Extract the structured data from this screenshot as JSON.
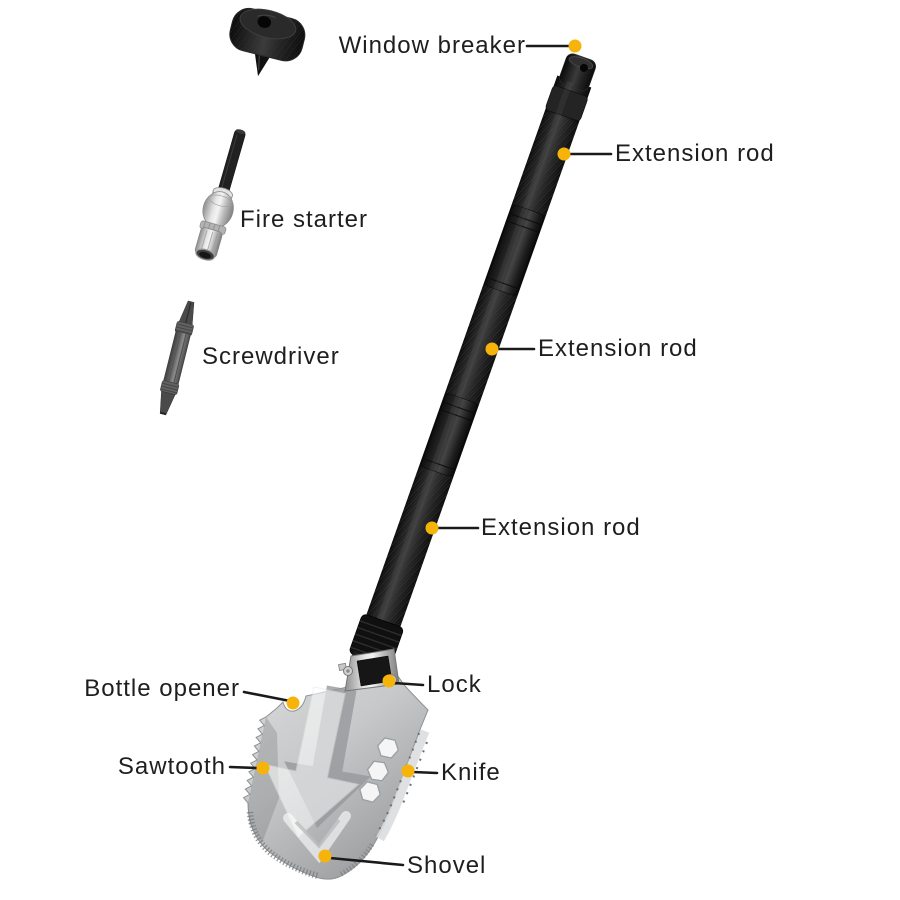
{
  "parts": [
    {
      "id": "window-breaker",
      "label": "Window breaker"
    },
    {
      "id": "extension-rod-1",
      "label": "Extension rod"
    },
    {
      "id": "extension-rod-2",
      "label": "Extension rod"
    },
    {
      "id": "extension-rod-3",
      "label": "Extension rod"
    },
    {
      "id": "fire-starter",
      "label": "Fire starter"
    },
    {
      "id": "screwdriver",
      "label": "Screwdriver"
    },
    {
      "id": "bottle-opener",
      "label": "Bottle opener"
    },
    {
      "id": "lock",
      "label": "Lock"
    },
    {
      "id": "sawtooth",
      "label": "Sawtooth"
    },
    {
      "id": "knife",
      "label": "Knife"
    },
    {
      "id": "shovel",
      "label": "Shovel"
    }
  ],
  "colors": {
    "accent": "#F6B40B",
    "line": "#1A1A1A",
    "text": "#1E1E1E",
    "background": "#FFFFFF"
  }
}
